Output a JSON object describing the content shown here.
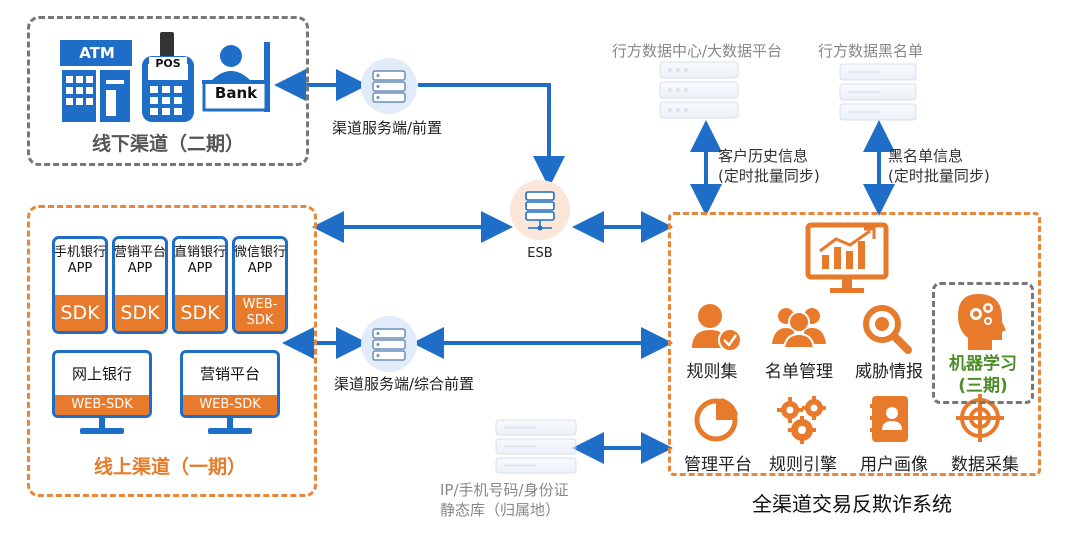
{
  "offline": {
    "title": "线下渠道（二期）",
    "atm_label": "ATM",
    "pos_label": "POS",
    "bank_label": "Bank"
  },
  "online": {
    "title": "线上渠道（一期）",
    "apps": [
      {
        "name1": "手机银行",
        "name2": "APP",
        "sdk": "SDK"
      },
      {
        "name1": "营销平台",
        "name2": "APP",
        "sdk": "SDK"
      },
      {
        "name1": "直销银行",
        "name2": "APP",
        "sdk": "SDK"
      },
      {
        "name1": "微信银行",
        "name2": "APP",
        "sdk1": "WEB-",
        "sdk2": "SDK"
      }
    ],
    "webs": [
      {
        "name": "网上银行",
        "sdk": "WEB-SDK"
      },
      {
        "name": "营销平台",
        "sdk": "WEB-SDK"
      }
    ]
  },
  "middle": {
    "channel_server": "渠道服务端/前置",
    "esb": "ESB",
    "channel_server_integrated": "渠道服务端/综合前置"
  },
  "top_right": {
    "bank_center": "行方数据中心/大数据平台",
    "blacklist_db": "行方数据黑名单",
    "history_line1": "客户历史信息",
    "history_line2": "(定时批量同步)",
    "blacklist_line1": "黑名单信息",
    "blacklist_line2": "(定时批量同步)"
  },
  "static_db": {
    "line1": "IP/手机号码/身份证",
    "line2": "静态库（归属地）"
  },
  "system": {
    "title": "全渠道交易反欺诈系统",
    "modules": [
      "规则集",
      "名单管理",
      "威胁情报",
      "管理平台",
      "规则引擎",
      "用户画像",
      "数据采集"
    ],
    "ml_line1": "机器学习",
    "ml_line2": "(三期)"
  },
  "colors": {
    "blue": "#1e6ec7",
    "orange": "#e8863c",
    "green": "#4e8d2a",
    "gray": "#777777"
  }
}
